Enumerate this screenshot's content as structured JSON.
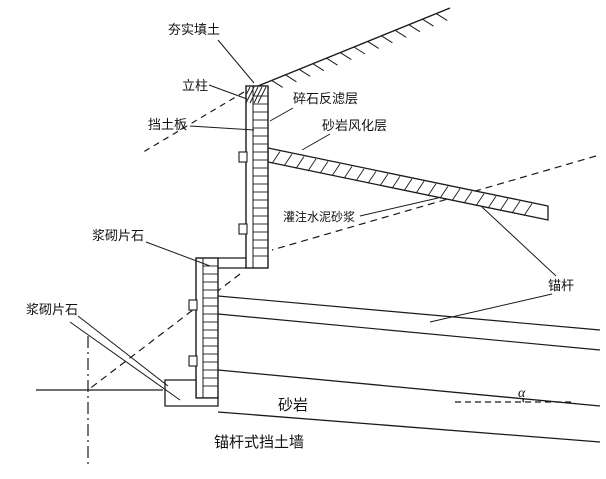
{
  "figure": {
    "caption": "锚杆式挡土墙",
    "labels": {
      "compacted_fill": "夯实填土",
      "column": "立柱",
      "retaining_board": "挡土板",
      "gravel_filter": "碎石反滤层",
      "weathered_sandstone": "砂岩风化层",
      "grout": "灌注水泥砂浆",
      "mortared_stone_upper": "浆砌片石",
      "mortared_stone_lower": "浆砌片石",
      "anchor_rod": "锚杆",
      "sandstone": "砂岩",
      "alpha": "α"
    },
    "colors": {
      "stroke": "#1a1a1a",
      "background": "#ffffff"
    }
  }
}
